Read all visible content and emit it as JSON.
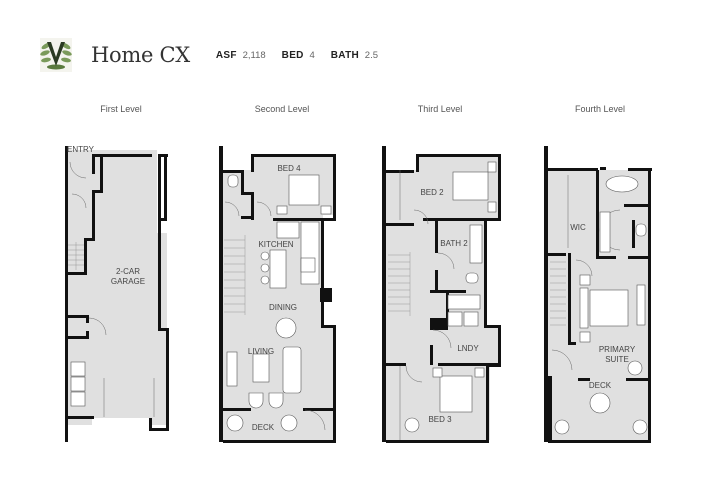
{
  "header": {
    "logo_icon": "leaf-v-logo-icon",
    "title": "Home CX",
    "stats": [
      {
        "label": "ASF",
        "value": "2,118"
      },
      {
        "label": "BED",
        "value": "4"
      },
      {
        "label": "BATH",
        "value": "2.5"
      }
    ]
  },
  "levels": [
    {
      "name": "First Level",
      "rooms": [
        "ENTRY",
        "2-CAR",
        "GARAGE"
      ]
    },
    {
      "name": "Second Level",
      "rooms": [
        "BED 4",
        "KITCHEN",
        "DINING",
        "LIVING",
        "DECK"
      ]
    },
    {
      "name": "Third Level",
      "rooms": [
        "BED 2",
        "BATH 2",
        "LNDY",
        "BED 3"
      ]
    },
    {
      "name": "Fourth Level",
      "rooms": [
        "WIC",
        "PRIMARY",
        "SUITE",
        "DECK"
      ]
    }
  ],
  "colors": {
    "floor": "#e0e0e0",
    "wall": "#111111",
    "logo_green": "#6b8a4e",
    "logo_dark": "#2a3a22"
  }
}
